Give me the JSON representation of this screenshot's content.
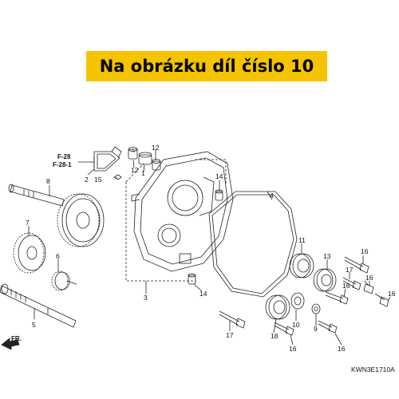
{
  "banner": {
    "text": "Na obrázku díl číslo 10",
    "color": "#f5c400"
  },
  "ref_labels": {
    "f28": "F-28",
    "f281": "F-28-1",
    "fr": "FR."
  },
  "drawing_code": "KWN3E1710A",
  "parts": {
    "p1": "1",
    "p2": "2",
    "p3": "3",
    "p4": "4",
    "p5": "5",
    "p6": "6",
    "p7": "7",
    "p8": "8",
    "p9": "9",
    "p10": "10",
    "p11": "11",
    "p12a": "12",
    "p12b": "12",
    "p13": "13",
    "p14a": "14",
    "p14b": "14",
    "p15": "15",
    "p16a": "16",
    "p16b": "16",
    "p16c": "16",
    "p16d": "16",
    "p16e": "16",
    "p17a": "17",
    "p17b": "17",
    "p18": "18"
  }
}
